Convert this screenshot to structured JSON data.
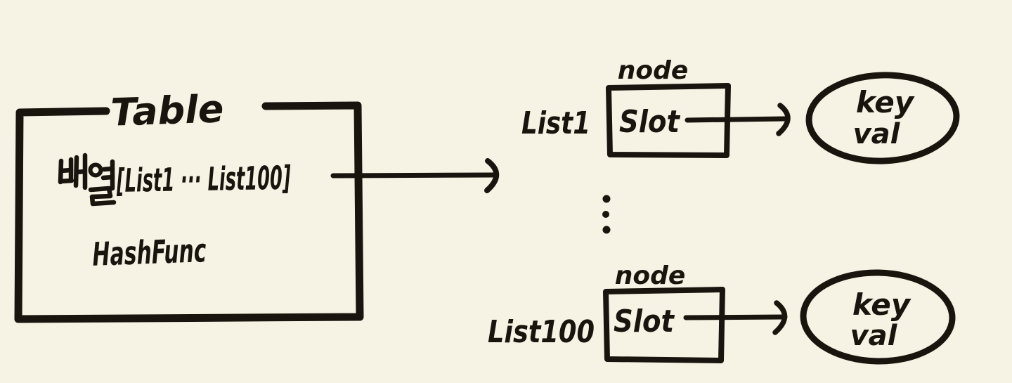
{
  "colors": {
    "background": "#f6f3e4",
    "ink": "#19140e"
  },
  "table_box": {
    "title": "Table",
    "array_field_korean": "배열",
    "array_field_brackets": "[List1 ··· List100]",
    "hash_field": "HashFunc"
  },
  "rows": [
    {
      "list_label": "List1",
      "node_label": "node",
      "slot_label": "Slot",
      "key_label": "key",
      "val_label": "val"
    },
    {
      "list_label": "List100",
      "node_label": "node",
      "slot_label": "Slot",
      "key_label": "key",
      "val_label": "val"
    }
  ]
}
